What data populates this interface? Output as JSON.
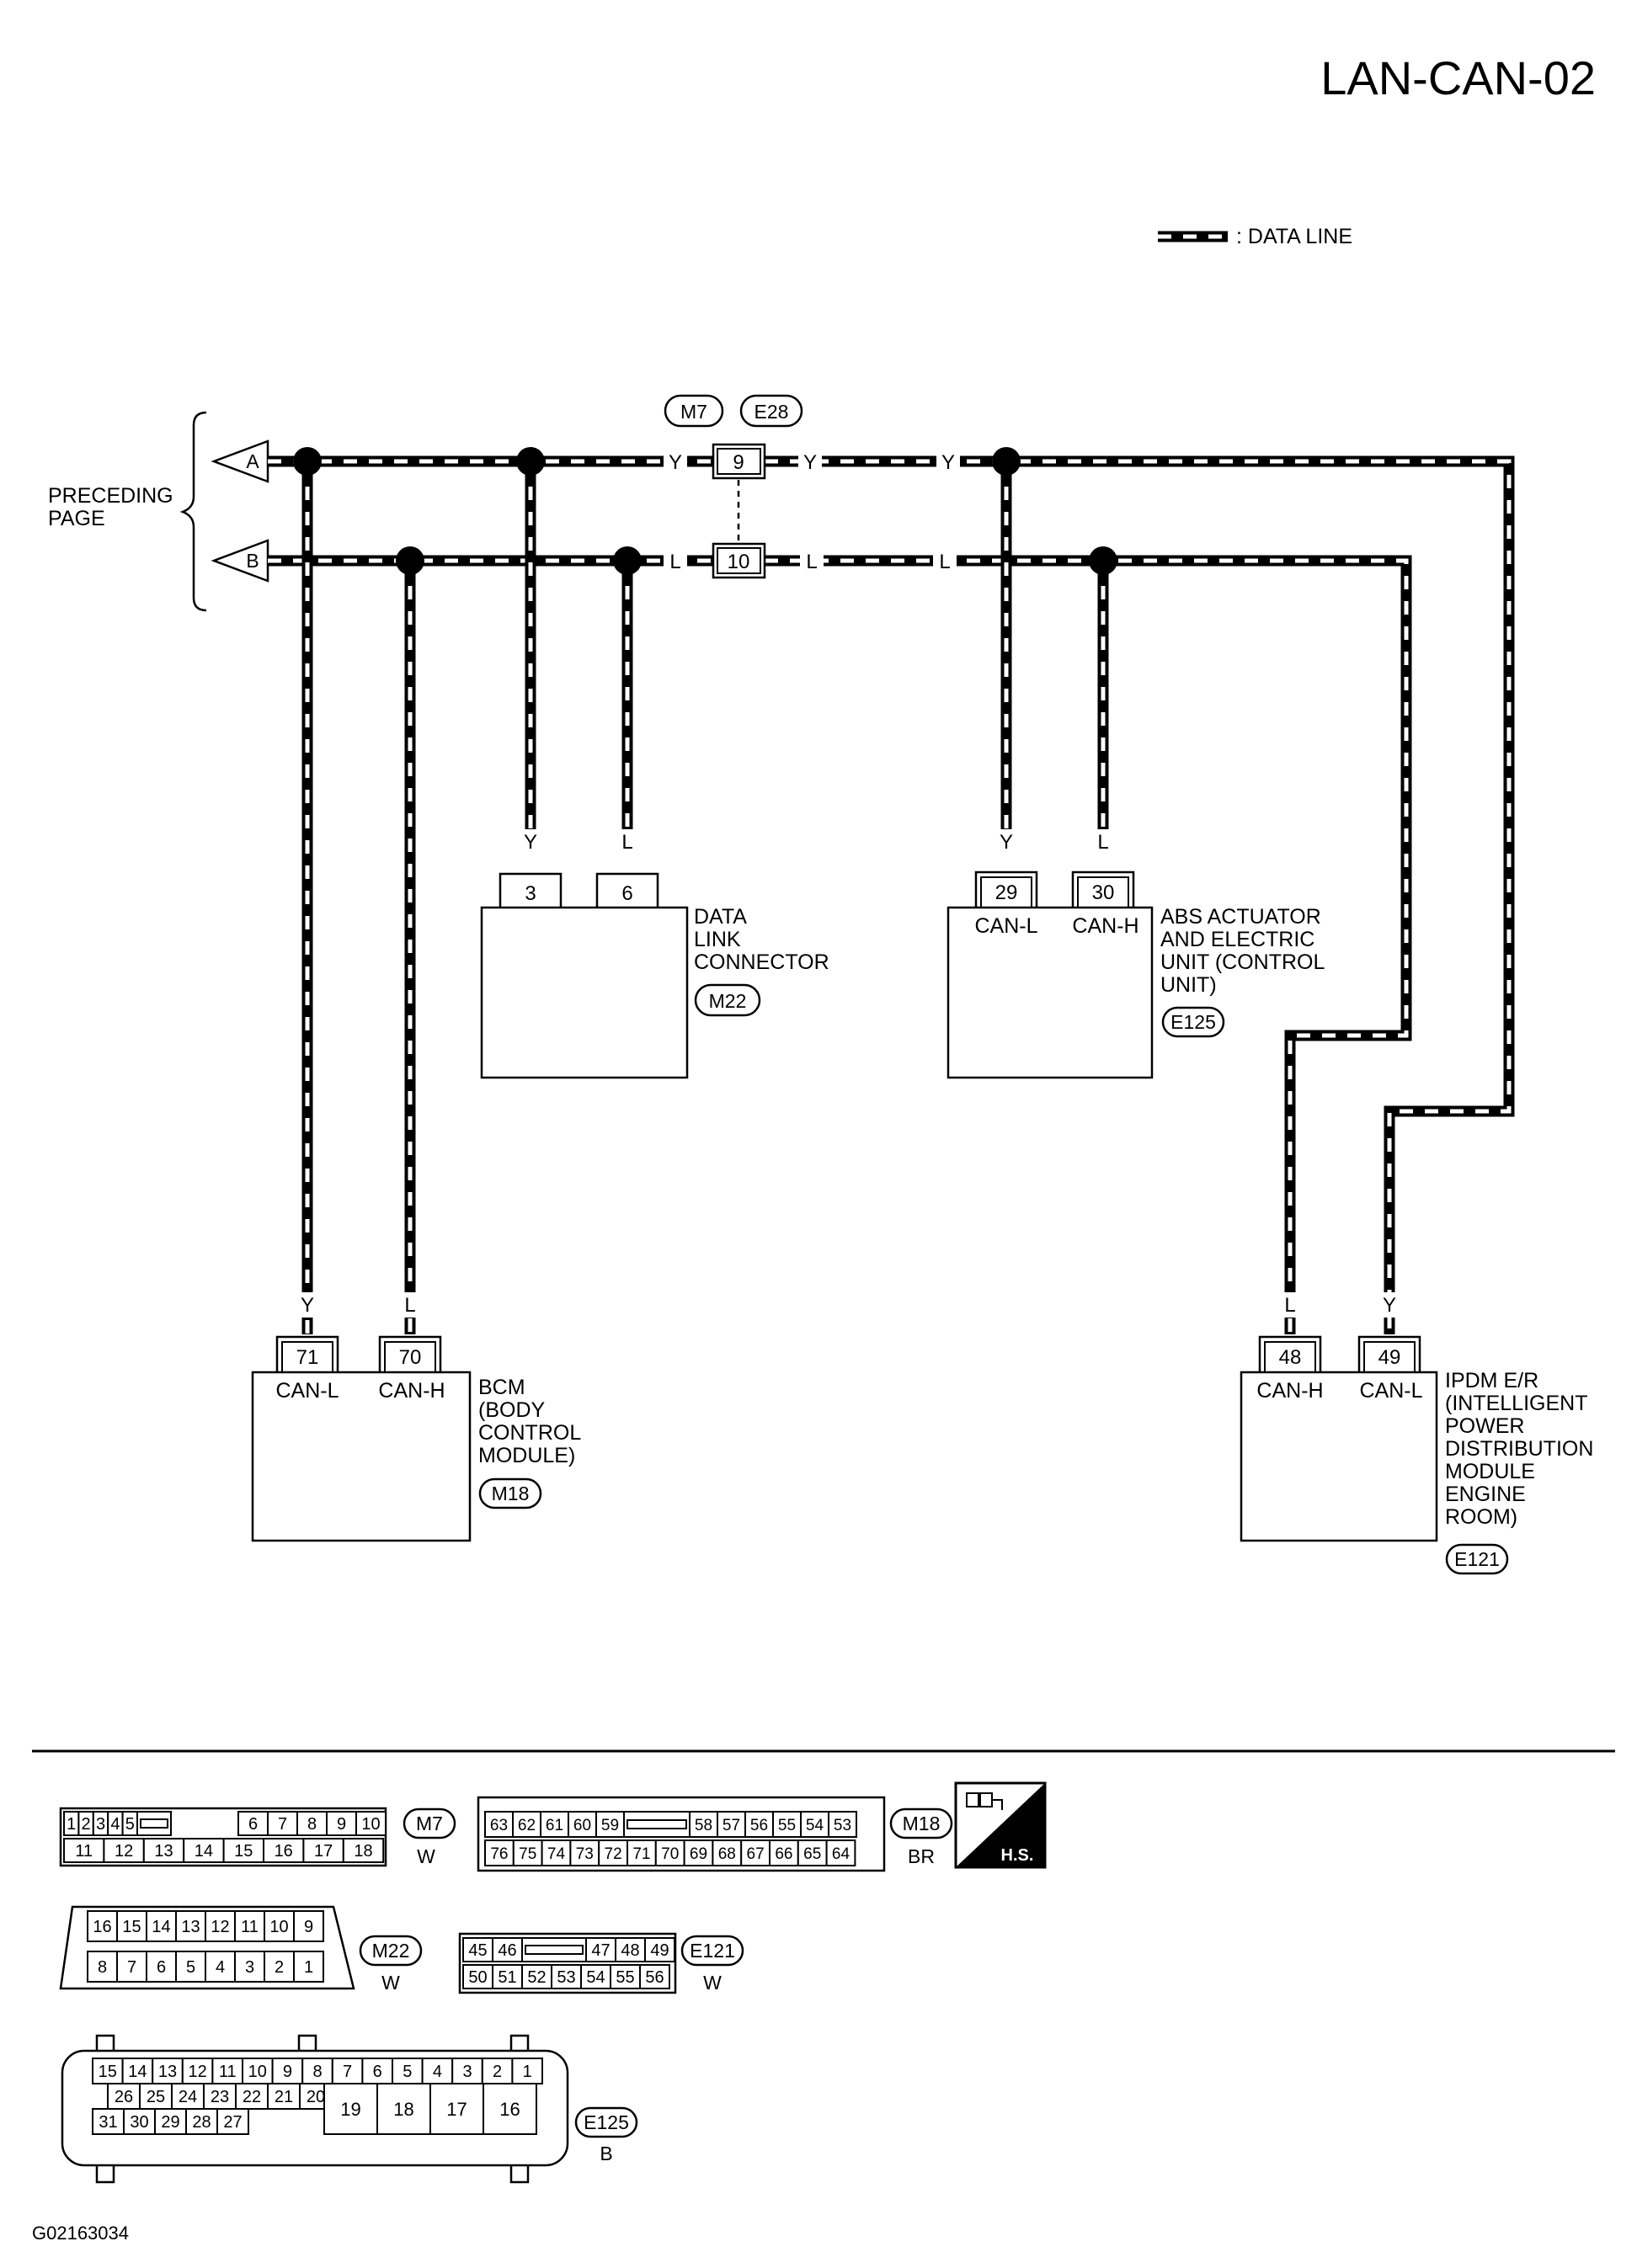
{
  "page": {
    "diagram_code": "LAN-CAN-02",
    "figure_id": "G02163034"
  },
  "legend": {
    "label": ": DATA LINE"
  },
  "preceding_page": {
    "label_line1": "PRECEDING",
    "label_line2": "PAGE",
    "arrows": [
      "A",
      "B"
    ]
  },
  "wire_colors": {
    "can_l": "Y",
    "can_h": "L"
  },
  "joint_connector": {
    "refs": [
      "M7",
      "E28"
    ],
    "pins": [
      "9",
      "10"
    ]
  },
  "components": {
    "dlc": {
      "name_lines": [
        "DATA",
        "LINK",
        "CONNECTOR"
      ],
      "connector": "M22",
      "pins": [
        "3",
        "6"
      ],
      "wires": [
        "Y",
        "L"
      ]
    },
    "abs": {
      "name_lines": [
        "ABS ACTUATOR",
        "AND ELECTRIC",
        "UNIT (CONTROL",
        "UNIT)"
      ],
      "connector": "E125",
      "pins": [
        "29",
        "30"
      ],
      "pin_labels": [
        "CAN-L",
        "CAN-H"
      ],
      "wires": [
        "Y",
        "L"
      ]
    },
    "bcm": {
      "name_lines": [
        "BCM",
        "(BODY",
        "CONTROL",
        "MODULE)"
      ],
      "connector": "M18",
      "pins": [
        "71",
        "70"
      ],
      "pin_labels": [
        "CAN-L",
        "CAN-H"
      ],
      "wires": [
        "Y",
        "L"
      ]
    },
    "ipdm": {
      "name_lines": [
        "IPDM E/R",
        "(INTELLIGENT",
        "POWER",
        "DISTRIBUTION",
        "MODULE",
        "ENGINE",
        "ROOM)"
      ],
      "connector": "E121",
      "pins": [
        "48",
        "49"
      ],
      "pin_labels": [
        "CAN-H",
        "CAN-L"
      ],
      "wires": [
        "L",
        "Y"
      ]
    }
  },
  "connector_views": {
    "m7": {
      "ref": "M7",
      "color": "W",
      "row1": [
        "1",
        "2",
        "3",
        "4",
        "5",
        "",
        "6",
        "7",
        "8",
        "9",
        "10"
      ],
      "row2": [
        "11",
        "12",
        "13",
        "14",
        "15",
        "16",
        "17",
        "18"
      ]
    },
    "m18": {
      "ref": "M18",
      "color": "BR",
      "row1": [
        "63",
        "62",
        "61",
        "60",
        "59",
        "",
        "58",
        "57",
        "56",
        "55",
        "54",
        "53"
      ],
      "row2": [
        "76",
        "75",
        "74",
        "73",
        "72",
        "71",
        "70",
        "69",
        "68",
        "67",
        "66",
        "65",
        "64"
      ]
    },
    "m22": {
      "ref": "M22",
      "color": "W",
      "row1": [
        "16",
        "15",
        "14",
        "13",
        "12",
        "11",
        "10",
        "9"
      ],
      "row2": [
        "8",
        "7",
        "6",
        "5",
        "4",
        "3",
        "2",
        "1"
      ]
    },
    "e121": {
      "ref": "E121",
      "color": "W",
      "row1": [
        "45",
        "46",
        "",
        "47",
        "48",
        "49"
      ],
      "row2": [
        "50",
        "51",
        "52",
        "53",
        "54",
        "55",
        "56"
      ]
    },
    "e125": {
      "ref": "E125",
      "color": "B",
      "row1": [
        "15",
        "14",
        "13",
        "12",
        "11",
        "10",
        "9",
        "8",
        "7",
        "6",
        "5",
        "4",
        "3",
        "2",
        "1"
      ],
      "row2": [
        "26",
        "25",
        "24",
        "23",
        "22",
        "21",
        "20"
      ],
      "row3": [
        "31",
        "30",
        "29",
        "28",
        "27"
      ],
      "big": [
        "19",
        "18",
        "17",
        "16"
      ]
    }
  },
  "hs_badge": {
    "label": "H.S."
  }
}
